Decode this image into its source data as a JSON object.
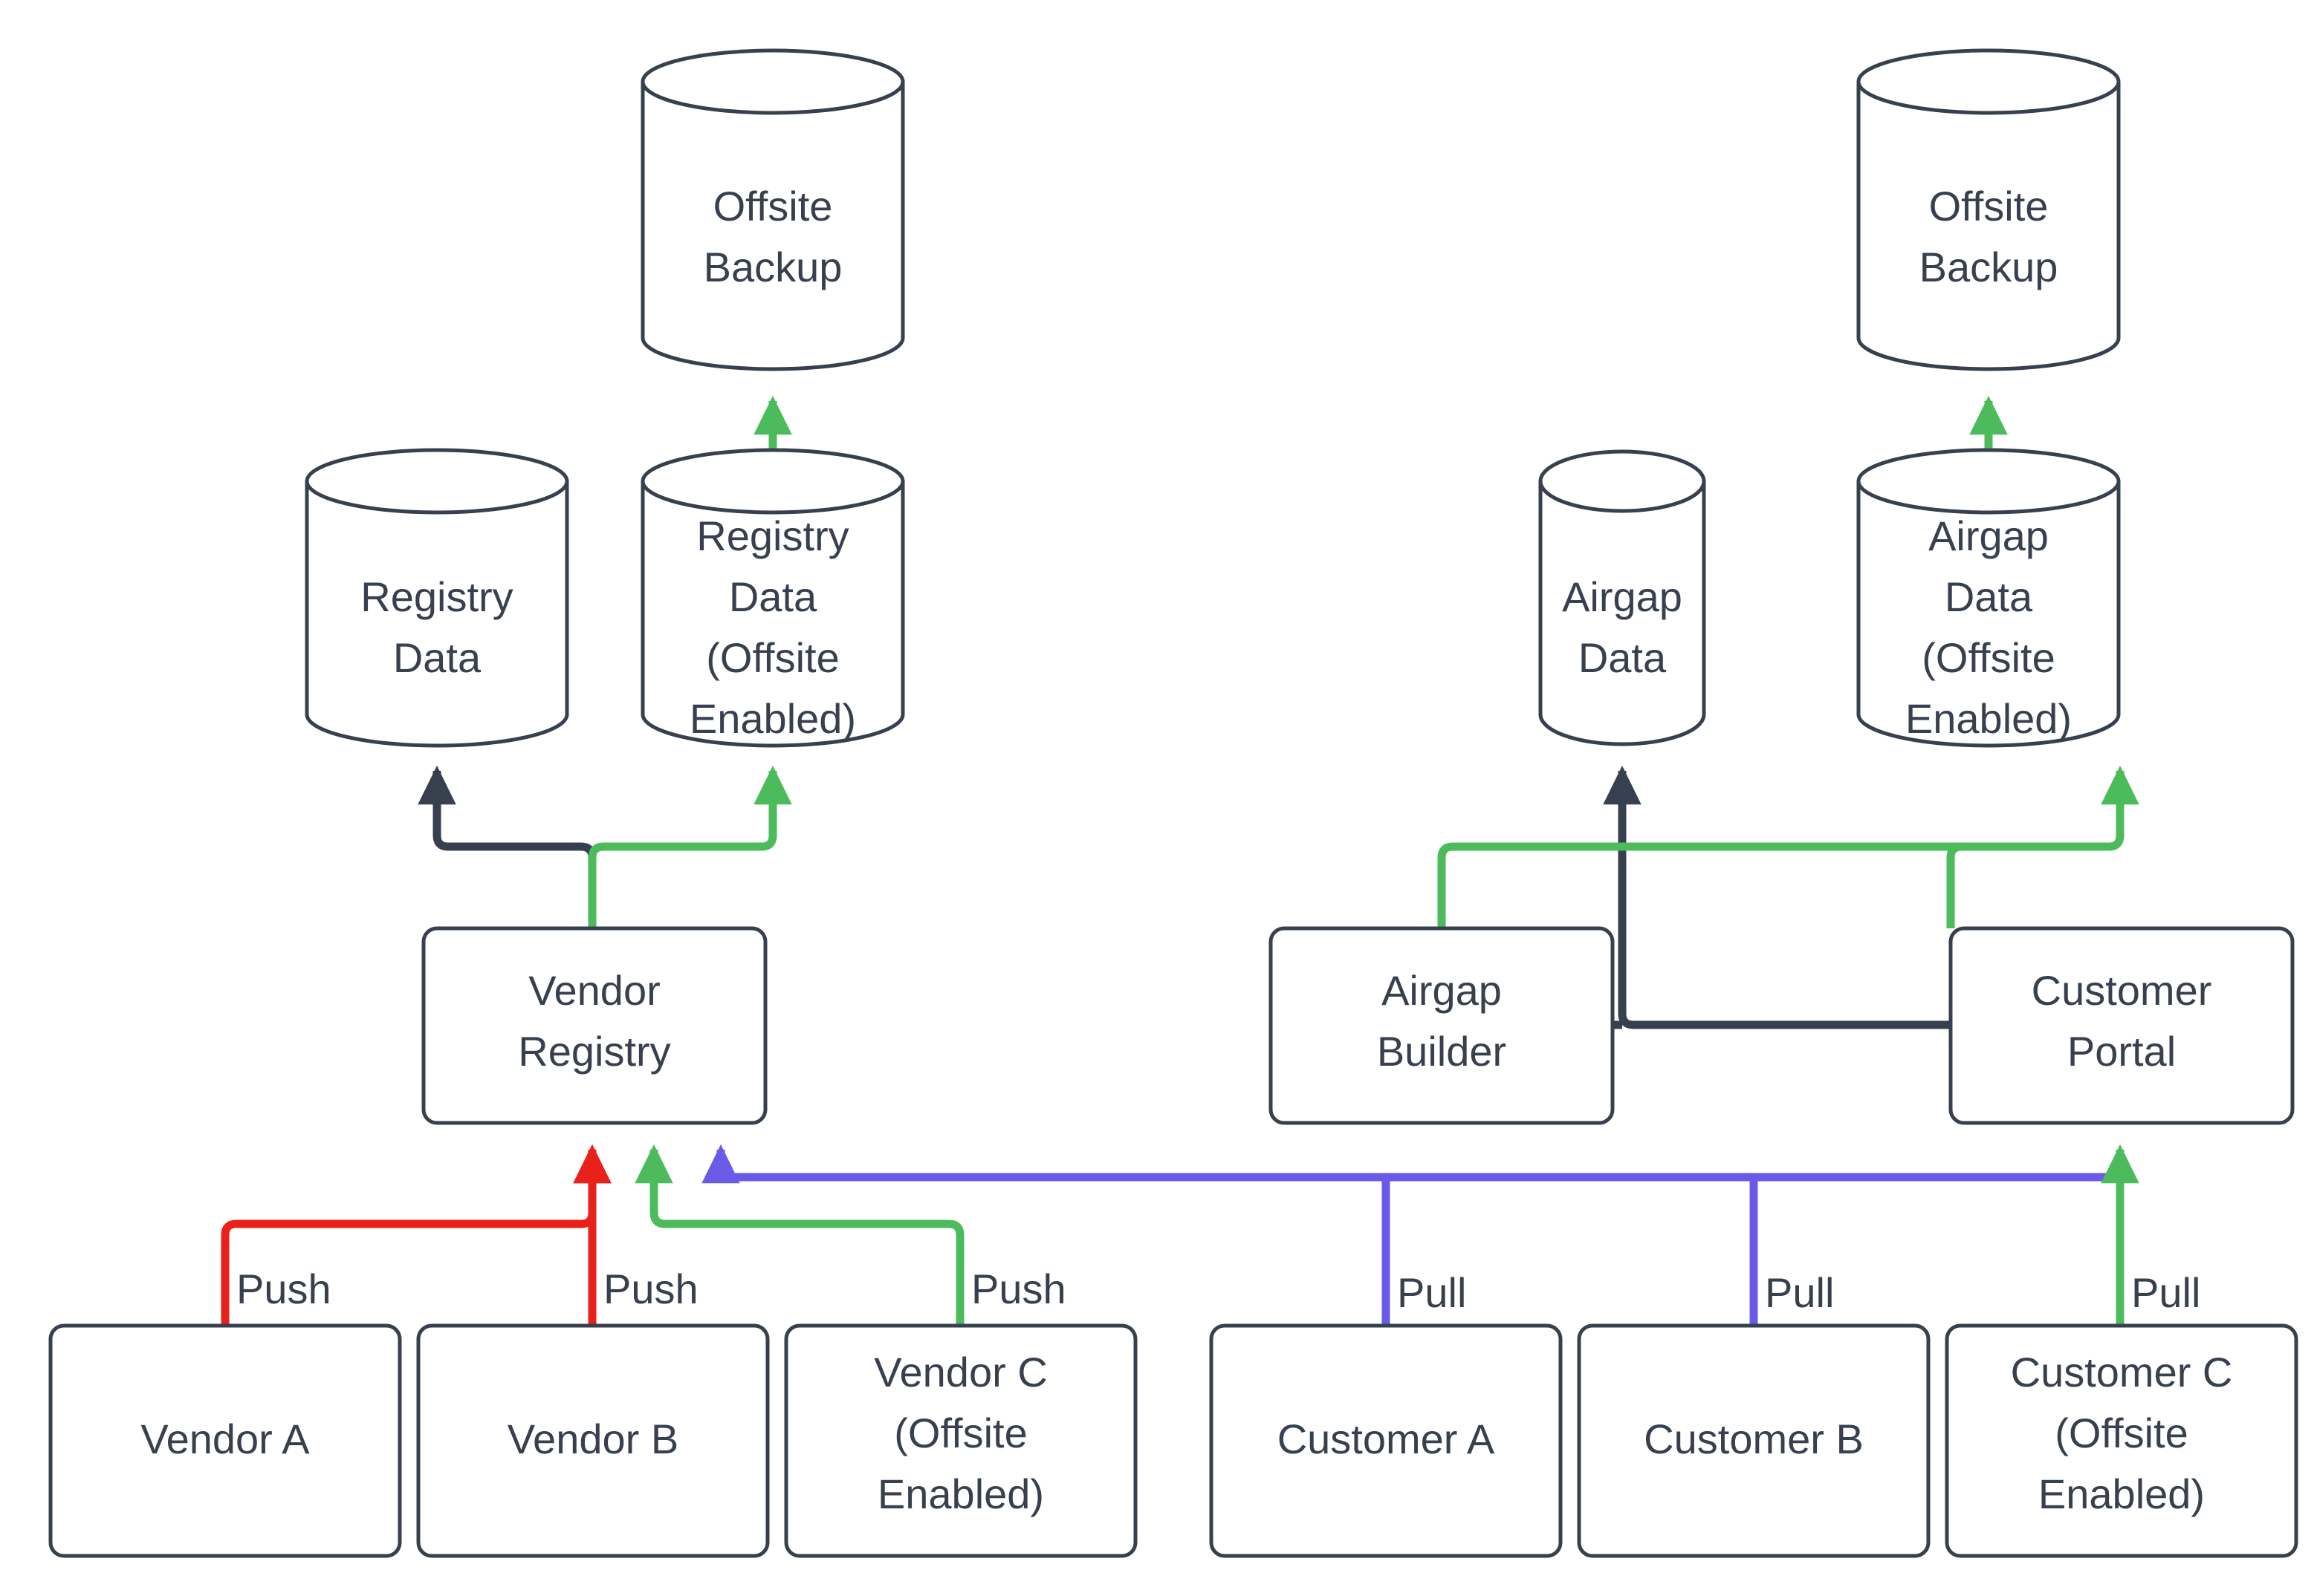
{
  "diagram": {
    "title": "Registry and Airgap Data Flow",
    "background": "#ffffff",
    "colors": {
      "stroke": "#37404E",
      "green": "#4CBB5C",
      "red": "#E8211A",
      "blue": "#6A5AE8",
      "fill": "#ffffff"
    },
    "nodes": {
      "offsite_backup_left": {
        "label_line1": "Offsite",
        "label_line2": "Backup",
        "shape": "cylinder"
      },
      "offsite_backup_right": {
        "label_line1": "Offsite",
        "label_line2": "Backup",
        "shape": "cylinder"
      },
      "registry_data": {
        "label_line1": "Registry",
        "label_line2": "Data",
        "shape": "cylinder"
      },
      "registry_data_offsite": {
        "label_line1": "Registry",
        "label_line2": "Data",
        "label_line3": "(Offsite",
        "label_line4": "Enabled)",
        "shape": "cylinder"
      },
      "airgap_data": {
        "label_line1": "Airgap",
        "label_line2": "Data",
        "shape": "cylinder"
      },
      "airgap_data_offsite": {
        "label_line1": "Airgap",
        "label_line2": "Data",
        "label_line3": "(Offsite",
        "label_line4": "Enabled)",
        "shape": "cylinder"
      },
      "vendor_registry": {
        "label_line1": "Vendor",
        "label_line2": "Registry",
        "shape": "rounded-rect"
      },
      "airgap_builder": {
        "label_line1": "Airgap",
        "label_line2": "Builder",
        "shape": "rounded-rect"
      },
      "customer_portal": {
        "label_line1": "Customer",
        "label_line2": "Portal",
        "shape": "rounded-rect"
      },
      "vendor_a": {
        "label_line1": "Vendor A",
        "shape": "rounded-rect"
      },
      "vendor_b": {
        "label_line1": "Vendor B",
        "shape": "rounded-rect"
      },
      "vendor_c": {
        "label_line1": "Vendor C",
        "label_line2": "(Offsite",
        "label_line3": "Enabled)",
        "shape": "rounded-rect"
      },
      "customer_a": {
        "label_line1": "Customer A",
        "shape": "rounded-rect"
      },
      "customer_b": {
        "label_line1": "Customer B",
        "shape": "rounded-rect"
      },
      "customer_c": {
        "label_line1": "Customer C",
        "label_line2": "(Offsite",
        "label_line3": "Enabled)",
        "shape": "rounded-rect"
      }
    },
    "edge_labels": {
      "vendor_a_push": "Push",
      "vendor_b_push": "Push",
      "vendor_c_push": "Push",
      "customer_a_pull": "Pull",
      "customer_b_pull": "Pull",
      "customer_c_pull": "Pull"
    }
  }
}
